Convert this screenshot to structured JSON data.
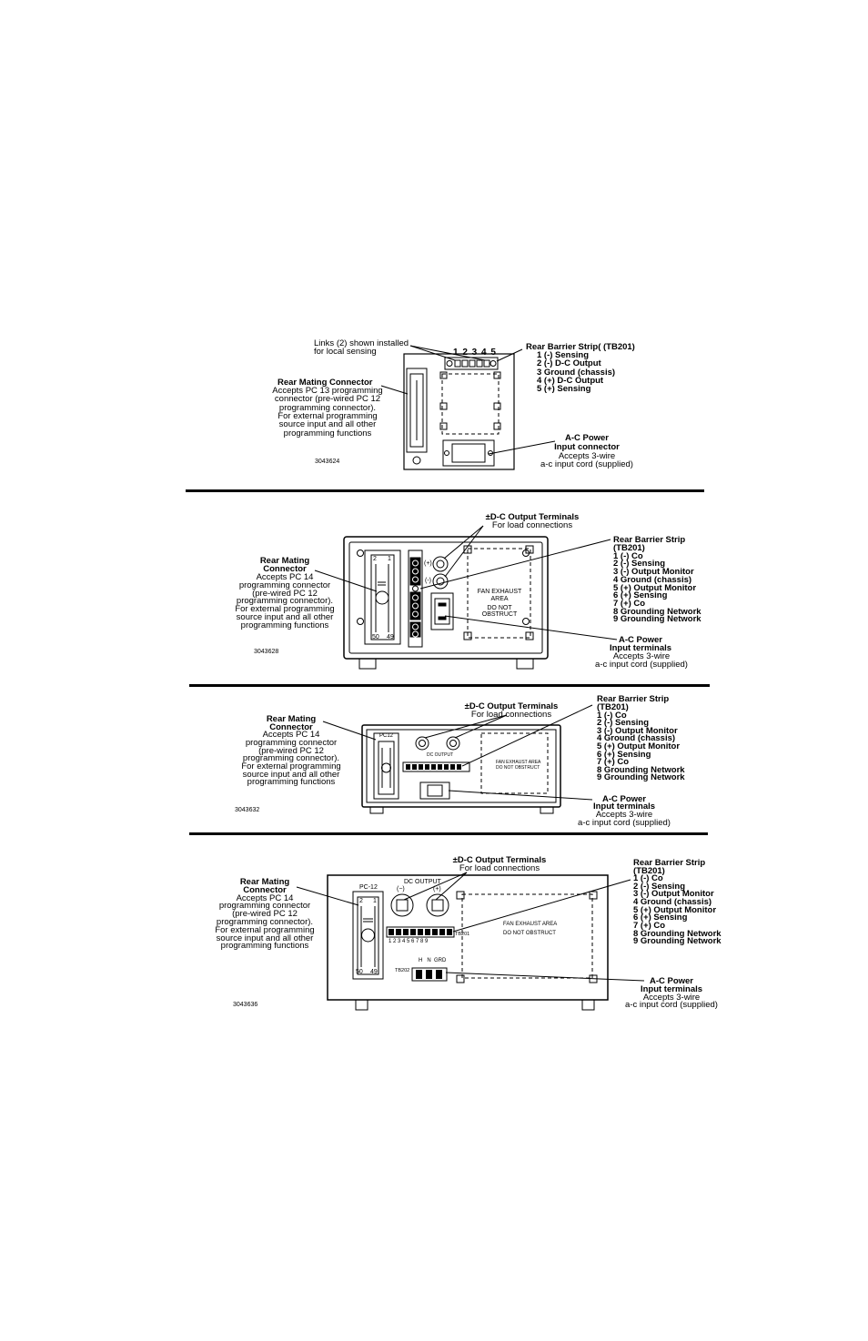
{
  "fig1": {
    "links_label": [
      "Links (2) shown installed",
      "for local sensing"
    ],
    "terminal_numbers": "1 2 3 4 5",
    "barrier_title": "Rear Barrier Strip( (TB201)",
    "barrier_items": [
      "1 (-) Sensing",
      "2 (-) D-C Output",
      "3 Ground (chassis)",
      "4 (+) D-C Output",
      "5 (+) Sensing"
    ],
    "mating_title": "Rear Mating Connector",
    "mating_desc": [
      "Accepts PC 13  programming",
      "connector (pre-wired PC 12",
      "programming connector).",
      "For external programming",
      "source input and all other",
      "programming functions"
    ],
    "power_title": [
      "A-C Power",
      "Input connector"
    ],
    "power_desc": [
      "Accepts 3-wire",
      "a-c input cord (supplied)"
    ],
    "code": "3043624"
  },
  "fig2": {
    "output_title": "±D-C Output Terminals",
    "output_desc": "For load connections",
    "barrier_title": [
      "Rear Barrier Strip",
      "(TB201)"
    ],
    "barrier_items": [
      "1 (-) Co",
      "2 (-) Sensing",
      "3 (-) Output Monitor",
      "4 Ground (chassis)",
      "5 (+) Output Monitor",
      "6 (+) Sensing",
      "7 (+) Co",
      "8 Grounding Network",
      "9 Grounding Network"
    ],
    "mating_title": [
      "Rear Mating",
      "Connector"
    ],
    "mating_desc": [
      "Accepts PC 14",
      "programming connector",
      "(pre-wired PC 12",
      "programming connector).",
      "For external programming",
      "source input and all other",
      "programming functions"
    ],
    "power_title": [
      "A-C Power",
      "Input terminals"
    ],
    "power_desc": [
      "Accepts 3-wire",
      "a-c input cord (supplied)"
    ],
    "panel_text": [
      "FAN EXHAUST",
      "AREA",
      "DO NOT",
      "OBSTRUCT"
    ],
    "connector_pins": [
      "2",
      "1",
      "50",
      "49"
    ],
    "terminal_plus": "(+)",
    "terminal_minus": "(-)",
    "code": "3043628"
  },
  "fig3": {
    "output_title": "±D-C Output Terminals",
    "output_desc": "For load connections",
    "barrier_title": [
      "Rear Barrier Strip",
      "(TB201)"
    ],
    "barrier_items": [
      "1 (-) Co",
      "2 (-) Sensing",
      "3 (-) Output Monitor",
      "4 Ground (chassis)",
      "5 (+) Output Monitor",
      "6 (+) Sensing",
      "7 (+) Co",
      "8 Grounding Network",
      "9 Grounding Network"
    ],
    "mating_title": [
      "Rear Mating",
      "Connector"
    ],
    "mating_desc": [
      "Accepts PC 14",
      "programming connector",
      "(pre-wired PC 12",
      "programming connector).",
      "For external programming",
      "source input and all other",
      "programming functions"
    ],
    "power_title": [
      "A-C Power",
      "Input terminals"
    ],
    "power_desc": [
      "Accepts 3-wire",
      "a-c input cord (supplied)"
    ],
    "panel_text": [
      "FAN EXHAUST AREA",
      "DO NOT OBSTRUCT"
    ],
    "connector_label": "PC12",
    "dc_output": "DC OUTPUT",
    "code": "3043632"
  },
  "fig4": {
    "output_title": "±D-C Output Terminals",
    "output_desc": "For load connections",
    "barrier_title": [
      "Rear Barrier Strip",
      "(TB201)"
    ],
    "barrier_items": [
      "1 (-) Co",
      "2 (-) Sensing",
      "3 (-) Output Monitor",
      "4 Ground (chassis)",
      "5 (+) Output Monitor",
      "6 (+) Sensing",
      "7 (+) Co",
      "8 Grounding Network",
      "9 Grounding Network"
    ],
    "mating_title": [
      "Rear Mating",
      "Connector"
    ],
    "mating_desc": [
      "Accepts PC 14",
      "programming connector",
      "(pre-wired PC 12",
      "programming connector).",
      "For external programming",
      "source input and all other",
      "programming functions"
    ],
    "power_title": [
      "A-C Power",
      "Input terminals"
    ],
    "power_desc": [
      "Accepts 3-wire",
      "a-c input cord (supplied)"
    ],
    "panel_text": [
      "FAN EXHAUST AREA",
      "DO NOT OBSTRUCT"
    ],
    "connector_label": "PC-12",
    "connector_pins": [
      "2",
      "1",
      "50",
      "49"
    ],
    "dc_output": "DC OUTPUT",
    "terminal_minus": "(−)",
    "terminal_plus": "(+)",
    "tb201": "TB201",
    "tb202": "TB202",
    "tb202_labels": "H   N  GRD",
    "terminal_numbers": "1 2 3 4 5 6 7 8 9",
    "code": "3043636"
  }
}
